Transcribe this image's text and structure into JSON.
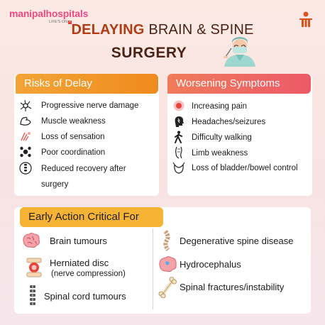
{
  "brand": {
    "name": "manipalhospitals",
    "tagline": "LIFE'S ON"
  },
  "title": {
    "highlight": "DELAYING",
    "rest": "BRAIN & SPINE",
    "line2": "SURGERY"
  },
  "colors": {
    "risks_header": "#f2a436",
    "worsening_header": "#ec5a68",
    "early_header": "#f6b334",
    "title_accent": "#b03c16",
    "brand_pink": "#ea4a86"
  },
  "risks": {
    "heading": "Risks of Delay",
    "items": [
      {
        "icon": "nerve-icon",
        "label": "Progressive nerve damage"
      },
      {
        "icon": "muscle-icon",
        "label": "Muscle weakness"
      },
      {
        "icon": "sensation-icon",
        "label": "Loss of sensation"
      },
      {
        "icon": "coordination-icon",
        "label": "Poor coordination"
      },
      {
        "icon": "spine-recovery-icon",
        "label": "Reduced recovery after",
        "label2": "surgery"
      }
    ]
  },
  "worsening": {
    "heading": "Worsening Symptoms",
    "items": [
      {
        "icon": "pain-icon",
        "label": "Increasing pain"
      },
      {
        "icon": "headache-icon",
        "label": "Headaches/seizures"
      },
      {
        "icon": "walking-icon",
        "label": "Difficulty walking"
      },
      {
        "icon": "limb-icon",
        "label": "Limb weakness"
      },
      {
        "icon": "bladder-icon",
        "label": "Loss of bladder/bowel control"
      }
    ]
  },
  "early": {
    "heading": "Early Action Critical For",
    "left": [
      {
        "icon": "brain-icon",
        "label": "Brain tumours"
      },
      {
        "icon": "disc-icon",
        "label": "Herniated disc",
        "sub": "(nerve compression)"
      },
      {
        "icon": "spinal-cord-icon",
        "label": "Spinal cord tumours"
      }
    ],
    "right": [
      {
        "icon": "degenerative-spine-icon",
        "label": "Degenerative spine disease"
      },
      {
        "icon": "hydrocephalus-icon",
        "label": "Hydrocephalus"
      },
      {
        "icon": "bone-icon",
        "label": "Spinal fractures/instability"
      }
    ]
  }
}
